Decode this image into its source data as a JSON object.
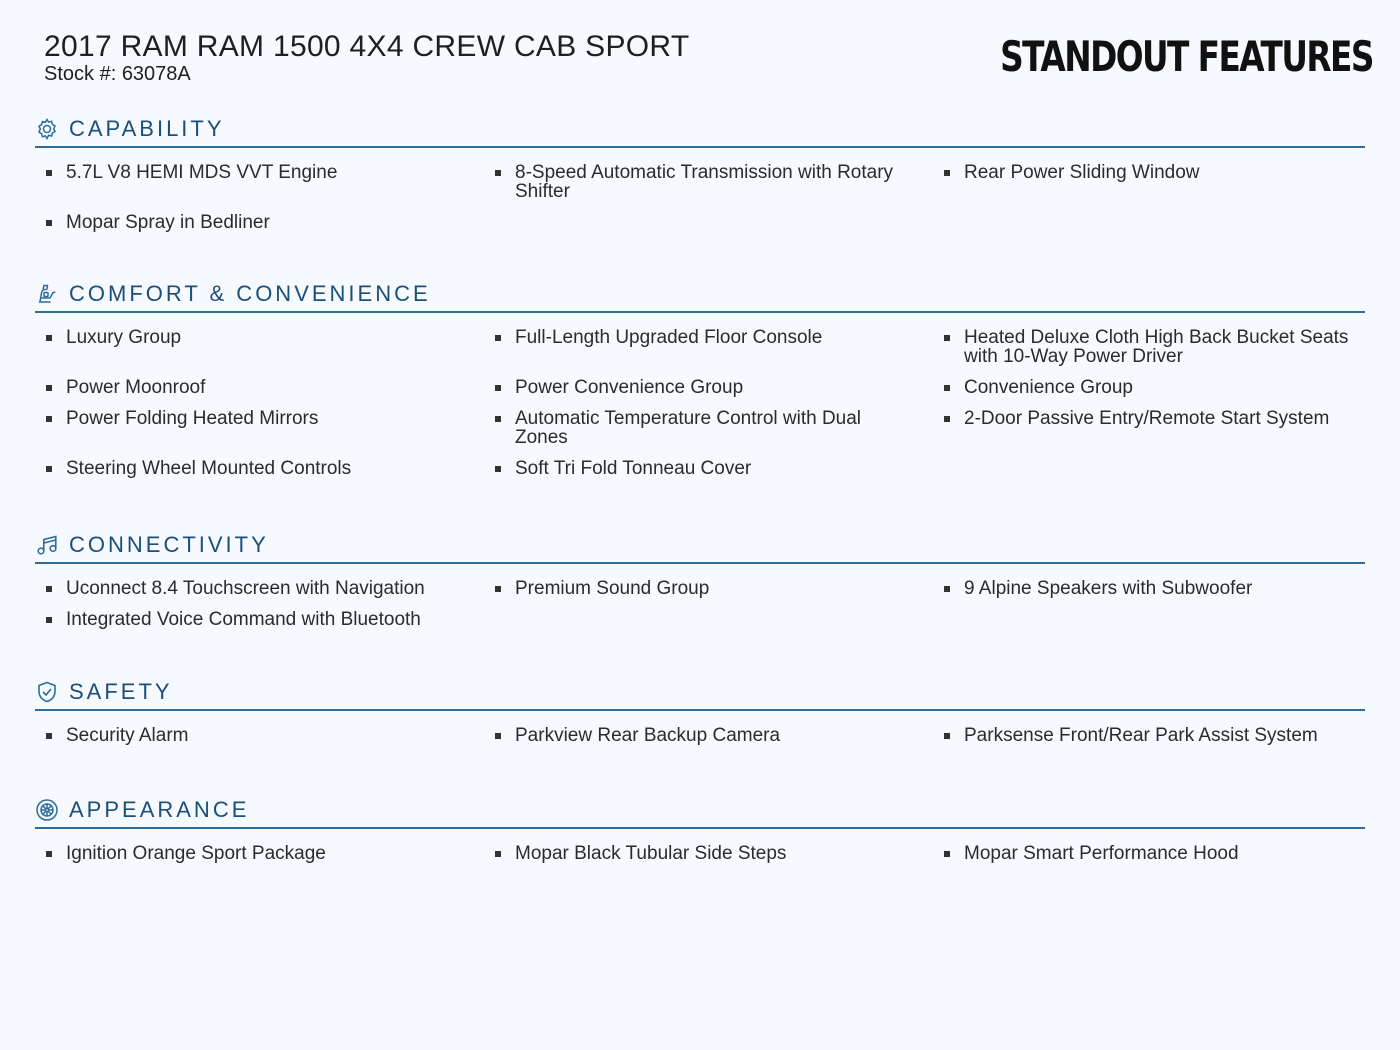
{
  "header": {
    "vehicle_title": "2017 RAM RAM 1500 4X4 CREW CAB SPORT",
    "stock_label": "Stock #: 63078A",
    "brand_heading": "STANDOUT FEATURES"
  },
  "colors": {
    "accent": "#1b4f7a",
    "rule": "#2b6e9c",
    "background": "#f6f9fd"
  },
  "sections": [
    {
      "title": "CAPABILITY",
      "icon": "gear-icon",
      "items": [
        "5.7L V8 HEMI MDS VVT Engine",
        "8-Speed Automatic Transmission with Rotary Shifter",
        "Rear Power Sliding Window",
        "Mopar Spray in Bedliner"
      ]
    },
    {
      "title": "COMFORT & CONVENIENCE",
      "icon": "car-seat-icon",
      "items": [
        "Luxury Group",
        "Full-Length Upgraded Floor Console",
        "Heated Deluxe Cloth High Back Bucket Seats with 10-Way Power Driver",
        "Power Moonroof",
        "Power Convenience Group",
        "Convenience Group",
        "Power Folding Heated Mirrors",
        "Automatic Temperature Control with Dual Zones",
        "2-Door Passive Entry/Remote Start System",
        "Steering Wheel Mounted Controls",
        "Soft Tri Fold Tonneau Cover"
      ]
    },
    {
      "title": "CONNECTIVITY",
      "icon": "music-note-icon",
      "items": [
        "Uconnect 8.4 Touchscreen with Navigation",
        "Premium Sound Group",
        "9 Alpine Speakers with Subwoofer",
        "Integrated Voice Command with Bluetooth"
      ]
    },
    {
      "title": "SAFETY",
      "icon": "shield-check-icon",
      "items": [
        "Security Alarm",
        "Parkview Rear Backup Camera",
        "Parksense Front/Rear Park Assist System"
      ]
    },
    {
      "title": "APPEARANCE",
      "icon": "wheel-icon",
      "items": [
        "Ignition Orange Sport Package",
        "Mopar Black Tubular Side Steps",
        "Mopar Smart Performance Hood"
      ]
    }
  ]
}
